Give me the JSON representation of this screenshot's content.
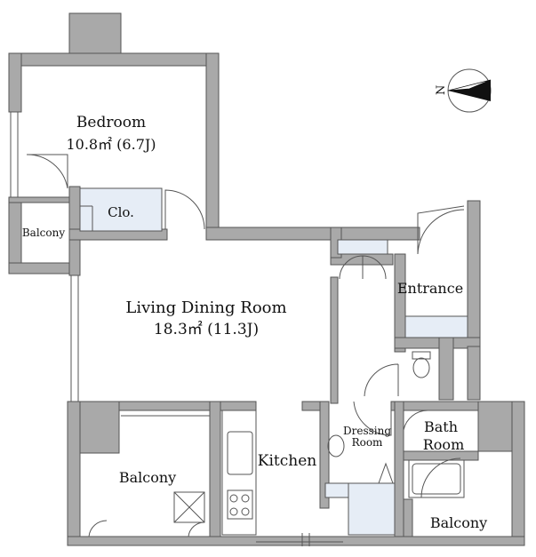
{
  "rooms": {
    "bedroom": {
      "name": "Bedroom",
      "area": "10.8㎡ (6.7J)"
    },
    "closet": {
      "name": "Clo."
    },
    "balcony_small": {
      "name": "Balcony"
    },
    "living": {
      "name": "Living Dining Room",
      "area": "18.3㎡ (11.3J)"
    },
    "entrance": {
      "name": "Entrance"
    },
    "dressing": {
      "line1": "Dressing",
      "line2": "Room"
    },
    "bath": {
      "line1": "Bath",
      "line2": "Room"
    },
    "kitchen": {
      "name": "Kitchen"
    },
    "balcony_left": {
      "name": "Balcony"
    },
    "balcony_right": {
      "name": "Balcony"
    }
  },
  "compass": {
    "north_label": "N",
    "icon": "compass-north-arrow-icon"
  },
  "colors": {
    "wall": "#a9a9a9",
    "storage": "#e6edf6",
    "line": "#555555"
  }
}
